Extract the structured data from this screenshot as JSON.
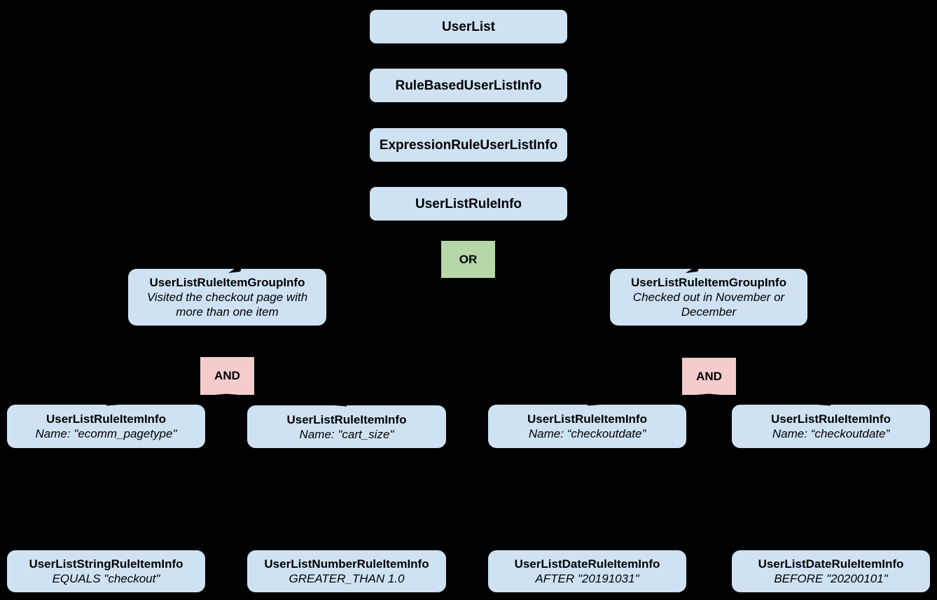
{
  "diagram": {
    "background_color": "#000000",
    "colors": {
      "class_box_fill": "#cfe2f3",
      "or_operator_fill": "#b6d7a8",
      "and_operator_fill": "#f4cccc",
      "text": "#000000",
      "connector": "#000000"
    },
    "nodes": {
      "userlist": {
        "label": "UserList"
      },
      "rule_based_user_list_info": {
        "label": "RuleBasedUserListInfo"
      },
      "expression_rule_user_list_info": {
        "label": "ExpressionRuleUserListInfo"
      },
      "user_list_rule_info": {
        "label": "UserListRuleInfo"
      },
      "or_operator": {
        "label": "OR"
      },
      "group_left": {
        "label": "UserListRuleItemGroupInfo",
        "description": "Visited the checkout page with more than one item"
      },
      "group_right": {
        "label": "UserListRuleItemGroupInfo",
        "description": "Checked out in November or December"
      },
      "and_left": {
        "label": "AND"
      },
      "and_right": {
        "label": "AND"
      },
      "item_ecomm_pagetype": {
        "label": "UserListRuleItemInfo",
        "description": "Name: \"ecomm_pagetype\""
      },
      "item_cart_size": {
        "label": "UserListRuleItemInfo",
        "description": "Name: \"cart_size\""
      },
      "item_checkoutdate_after": {
        "label": "UserListRuleItemInfo",
        "description": "Name: “checkoutdate”"
      },
      "item_checkoutdate_before": {
        "label": "UserListRuleItemInfo",
        "description": "Name: “checkoutdate”"
      },
      "leaf_string": {
        "label": "UserListStringRuleItemInfo",
        "description": "EQUALS \"checkout\""
      },
      "leaf_number": {
        "label": "UserListNumberRuleItemInfo",
        "description": "GREATER_THAN 1.0"
      },
      "leaf_date_after": {
        "label": "UserListDateRuleItemInfo",
        "description": "AFTER \"20191031\""
      },
      "leaf_date_before": {
        "label": "UserListDateRuleItemInfo",
        "description": "BEFORE \"20200101\""
      }
    }
  }
}
